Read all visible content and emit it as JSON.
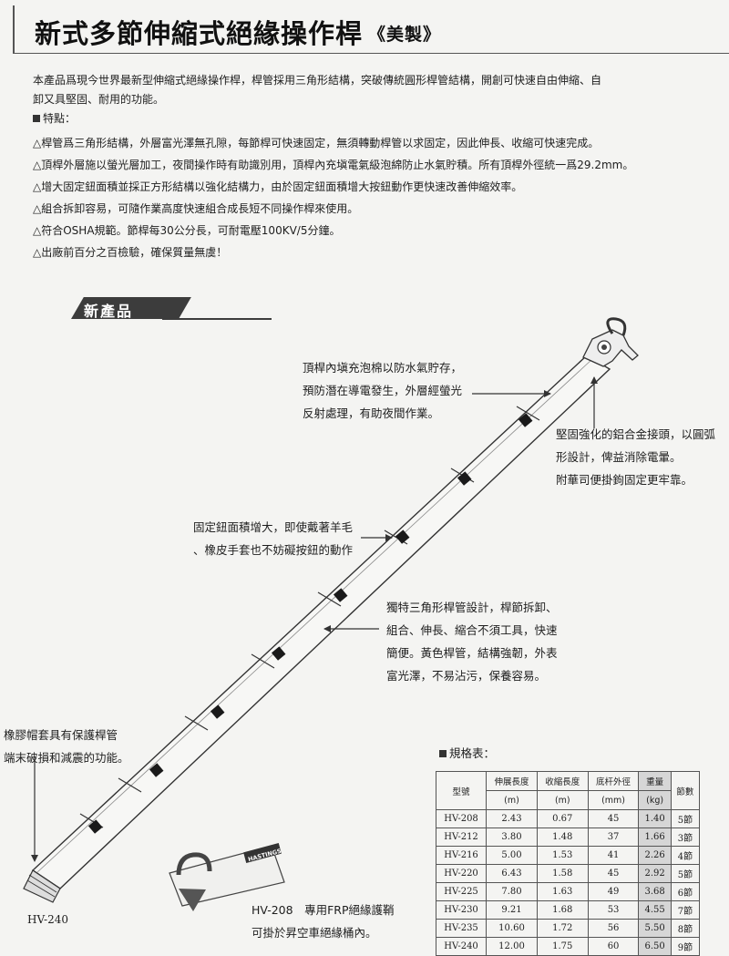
{
  "header": {
    "title": "新式多節伸縮式絕緣操作桿",
    "subtitle": "《美製》"
  },
  "intro": {
    "line1": "本產品爲現今世界最新型伸縮式絕緣操作桿，桿管採用三角形結構，突破傳統圓形桿管結構，開創可快速自由伸縮、自",
    "line2": "卸又具堅固、耐用的功能。"
  },
  "features": {
    "heading": "特點：",
    "items": [
      "△桿管爲三角形結構，外層富光澤無孔隙，每節桿可快速固定，無須轉動桿管以求固定，因此伸長、收縮可快速完成。",
      "△頂桿外層施以螢光層加工，夜間操作時有助識別用，頂桿內充塡電氣級泡綿防止水氣貯積。所有頂桿外徑統一爲29.2mm。",
      "△增大固定鈕面積並採正方形結構以強化結構力，由於固定鈕面積增大按鈕動作更快速改善伸縮效率。",
      "△組合拆卸容易，可隨作業高度快速組合成長短不同操作桿來使用。",
      "△符合OSHA規範。節桿每30公分長，可耐電壓100KV/5分鐘。",
      "△出廠前百分之百檢驗，確保質量無虞！"
    ]
  },
  "badge": "新產品",
  "callouts": {
    "top": [
      "頂桿內塡充泡棉以防水氣貯存，",
      "預防潛在導電發生，外層經螢光",
      "反射處理，有助夜間作業。"
    ],
    "head": [
      "堅固強化的鋁合金接頭，以圓弧",
      "形設計，俾益消除電暈。",
      "附華司便掛鉤固定更牢靠。"
    ],
    "button": [
      "固定鈕面積增大，即使戴著羊毛",
      "、橡皮手套也不妨礙按鈕的動作"
    ],
    "triangle": [
      "獨特三角形桿管設計，桿節拆卸、",
      "組合、伸長、縮合不須工具，快速",
      "簡便。黃色桿管，結構強韌，外表",
      "富光澤，不易沾污，保養容易。"
    ],
    "cap": [
      "橡膠帽套具有保護桿管",
      "端末破損和減震的功能。"
    ]
  },
  "captions": {
    "pole_model": "HV-240",
    "holster": [
      "HV-208　專用FRP絕緣護鞘",
      "可掛於昇空車絕緣桶內。"
    ],
    "holster_label": "HASTINGS"
  },
  "spec_table": {
    "heading": "規格表：",
    "columns": [
      {
        "label": "型號",
        "unit": ""
      },
      {
        "label": "伸展長度",
        "unit": "(m)"
      },
      {
        "label": "收縮長度",
        "unit": "(m)"
      },
      {
        "label": "底杆外徑",
        "unit": "(mm)"
      },
      {
        "label": "重量",
        "unit": "(kg)"
      },
      {
        "label": "節數",
        "unit": ""
      }
    ],
    "rows": [
      [
        "HV-208",
        "2.43",
        "0.67",
        "45",
        "1.40",
        "5節"
      ],
      [
        "HV-212",
        "3.80",
        "1.48",
        "37",
        "1.66",
        "3節"
      ],
      [
        "HV-216",
        "5.00",
        "1.53",
        "41",
        "2.26",
        "4節"
      ],
      [
        "HV-220",
        "6.43",
        "1.58",
        "45",
        "2.92",
        "5節"
      ],
      [
        "HV-225",
        "7.80",
        "1.63",
        "49",
        "3.68",
        "6節"
      ],
      [
        "HV-230",
        "9.21",
        "1.68",
        "53",
        "4.55",
        "7節"
      ],
      [
        "HV-235",
        "10.60",
        "1.72",
        "56",
        "5.50",
        "8節"
      ],
      [
        "HV-240",
        "12.00",
        "1.75",
        "60",
        "6.50",
        "9節"
      ]
    ]
  }
}
